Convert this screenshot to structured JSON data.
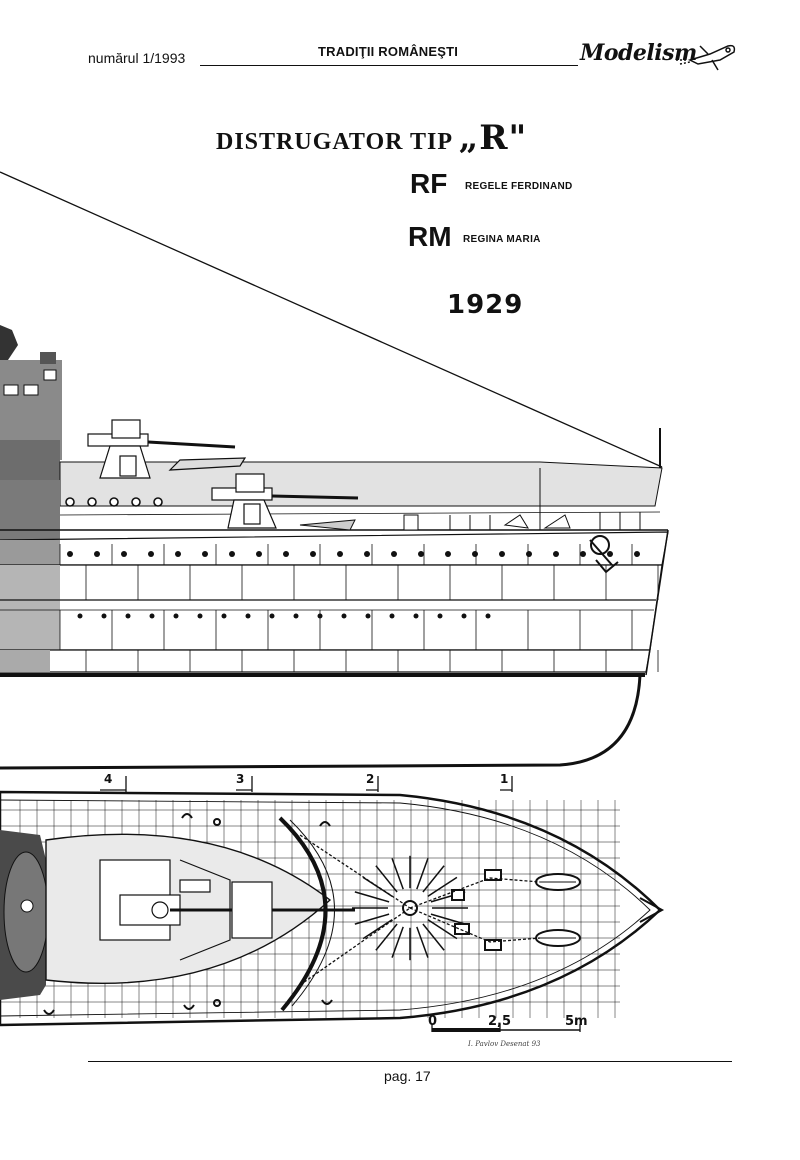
{
  "header": {
    "issue": "numărul 1/1993",
    "section": "TRADIŢII ROMÂNEŞTI",
    "logo": "Modelism"
  },
  "title": {
    "prefix": "DISTRUGATOR TIP",
    "type_letter": "„R\""
  },
  "ships": [
    {
      "code": "RF",
      "name": "REGELE FERDINAND"
    },
    {
      "code": "RM",
      "name": "REGINA MARIA"
    }
  ],
  "year": "1929",
  "stations": [
    "4",
    "3",
    "2",
    "1"
  ],
  "scale": {
    "zero": "0",
    "mid": "2,5",
    "end": "5m"
  },
  "signature": "I. Pavlov Desenat 93",
  "footer": {
    "page": "pag. 17"
  },
  "icons": {
    "logo": "aircraft-icon"
  }
}
